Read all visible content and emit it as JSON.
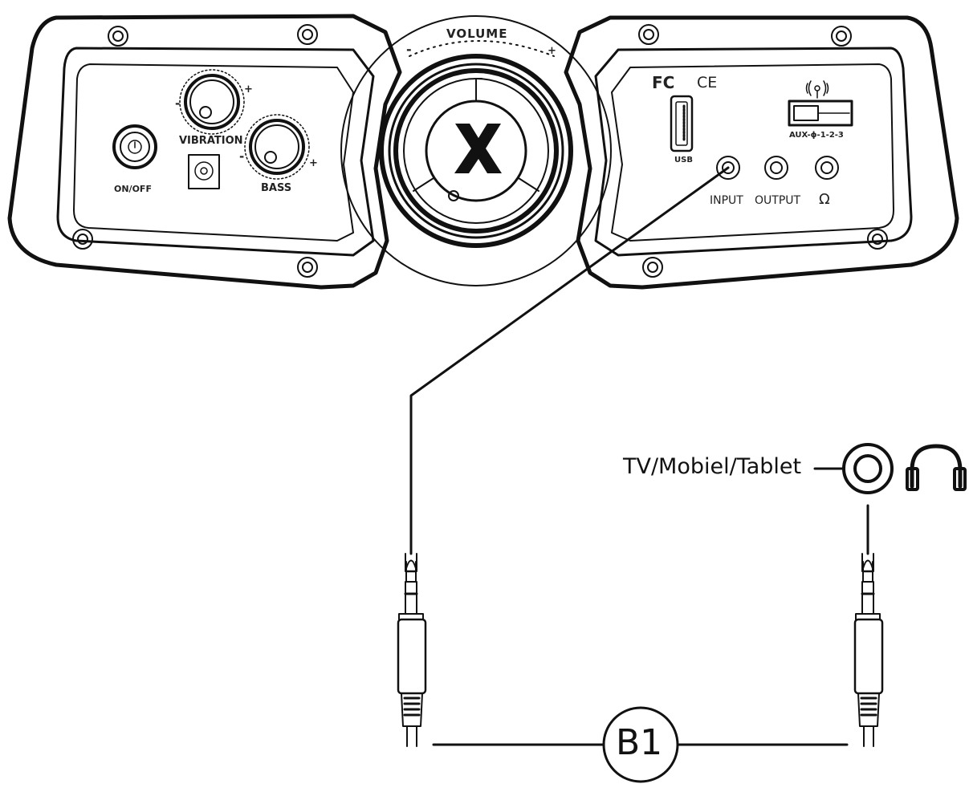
{
  "device": {
    "logo": "X",
    "volume_label": "VOLUME",
    "volume_minus": "-",
    "volume_plus": "+",
    "vibration_label": "VIBRATION",
    "bass_label": "BASS",
    "power_label": "ON/OFF",
    "knob_minus": "-",
    "knob_plus": "+",
    "usb_label": "USB",
    "fcc_mark": "FC",
    "ce_mark": "CE",
    "input_label": "INPUT",
    "output_label": "OUTPUT",
    "headphone_jack_label": "Ω",
    "switch_scale": "AUX-ϕ-1-2-3"
  },
  "annotations": {
    "source_label": "TV/Mobiel/Tablet",
    "cable_id": "B1"
  },
  "colors": {
    "line": "#111111",
    "background": "#ffffff",
    "panel_fill": "#ffffff"
  }
}
